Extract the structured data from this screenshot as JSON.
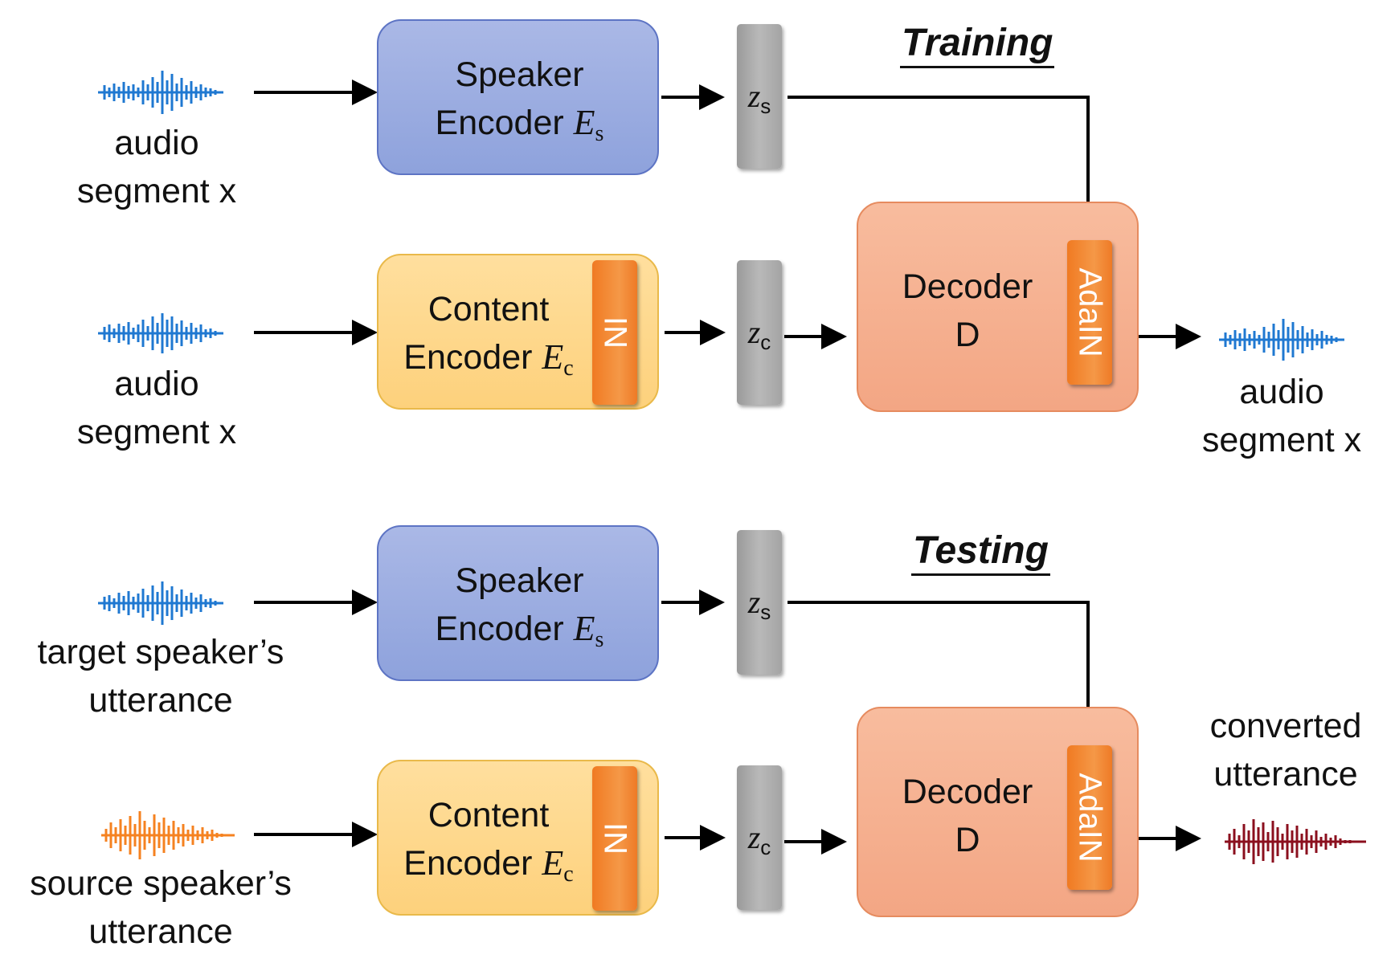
{
  "sections": {
    "training": {
      "title": "Training"
    },
    "testing": {
      "title": "Testing"
    }
  },
  "labels": {
    "audio_segment_1": "audio",
    "audio_segment_1b": "segment x",
    "audio_segment_2": "audio",
    "audio_segment_2b": "segment x",
    "audio_output": "audio",
    "audio_outputb": "segment x",
    "target_1": "target speaker’s",
    "target_2": "utterance",
    "source_1": "source speaker’s",
    "source_2": "utterance",
    "converted_1": "converted",
    "converted_2": "utterance"
  },
  "blocks": {
    "speaker_encoder_line1": "Speaker",
    "speaker_encoder_line2": "Encoder",
    "speaker_encoder_symbol": "E",
    "speaker_encoder_sub": "s",
    "content_encoder_line1": "Content",
    "content_encoder_line2": "Encoder",
    "content_encoder_symbol": "E",
    "content_encoder_sub": "c",
    "decoder_line1": "Decoder",
    "decoder_line2": "D",
    "in_layer": "IN",
    "adain_layer": "AdaIN",
    "zs_symbol": "z",
    "zs_sub": "s",
    "zc_symbol": "z",
    "zc_sub": "c"
  },
  "colors": {
    "wave_blue": "#1f78d1",
    "wave_orange": "#f58220",
    "wave_red": "#8b0f1e",
    "speaker_box": "#94a6de",
    "content_box": "#fdd482",
    "decoder_box": "#f5ad8c",
    "norm_layer": "#f07d26",
    "latent": "#a9a9a9"
  }
}
